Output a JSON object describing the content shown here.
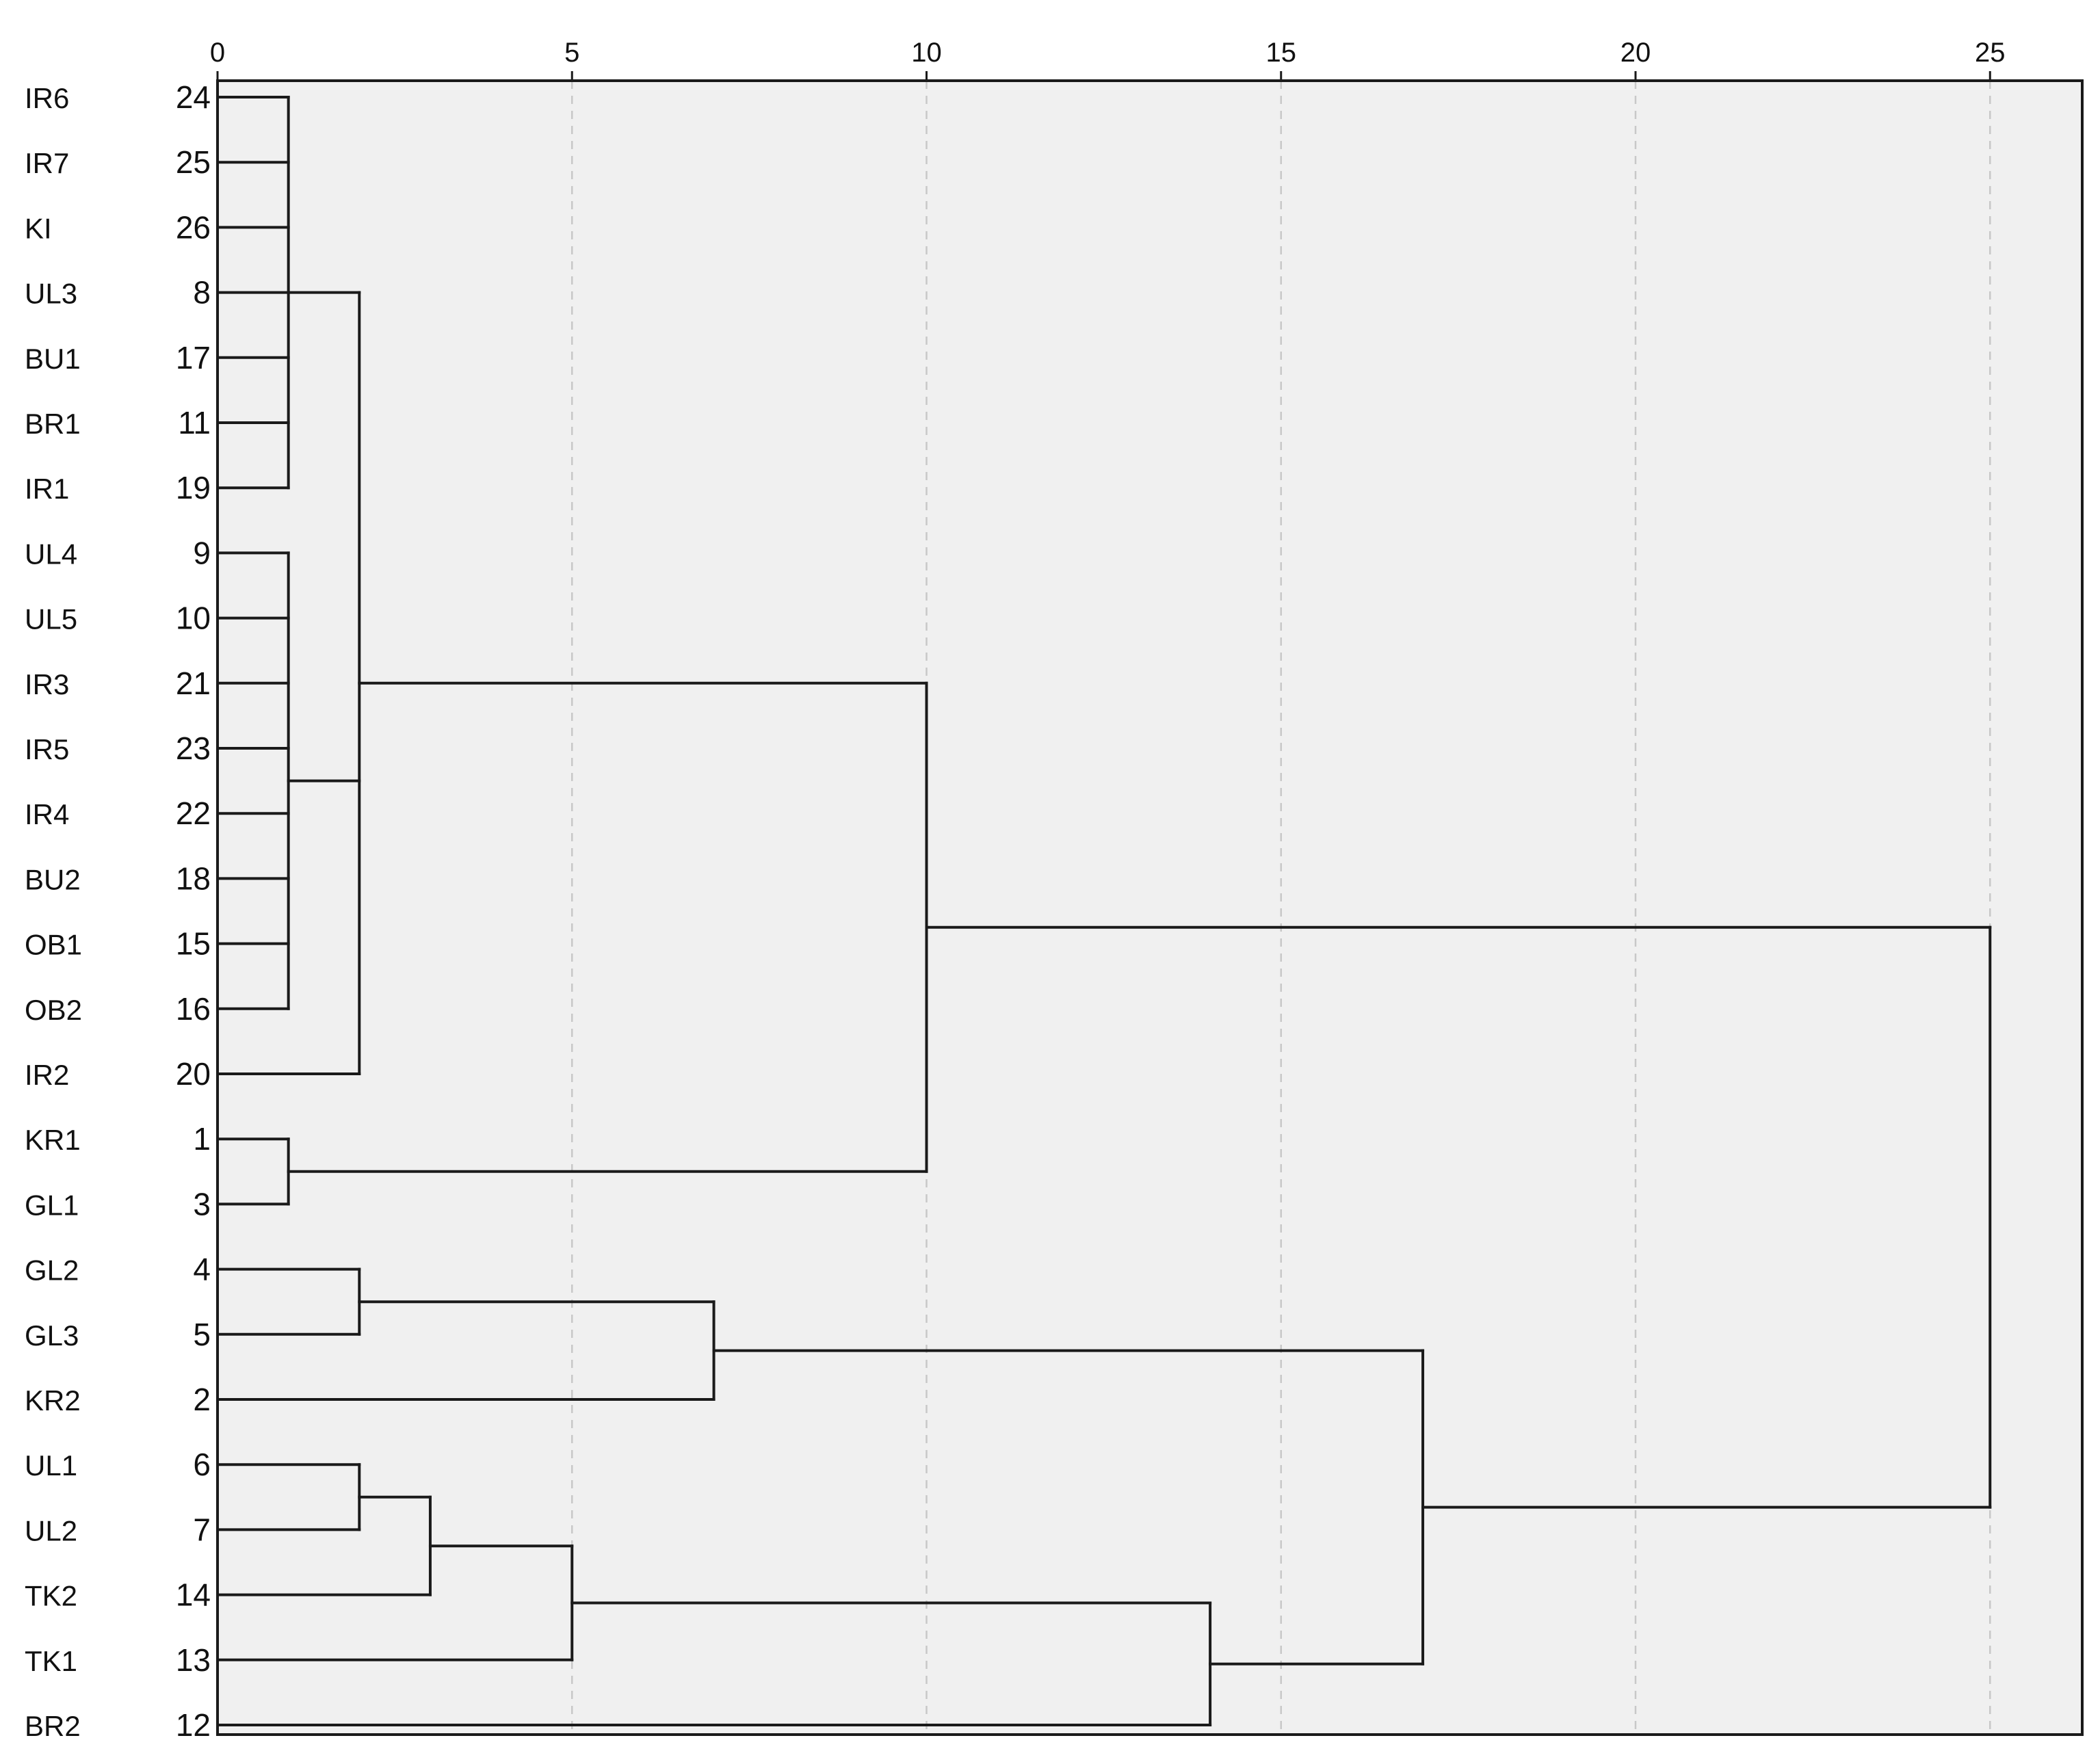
{
  "chart_data": {
    "type": "dendrogram",
    "orientation": "horizontal",
    "xlim": [
      0,
      26.3
    ],
    "x_ticks": [
      0,
      5,
      10,
      15,
      20,
      25
    ],
    "grid": "vertical-dashed",
    "colors": {
      "panel": "#f0f0f0",
      "link": "#1a1a1a",
      "grid": "#c8c8c8",
      "frame": "#1a1a1a"
    },
    "leaves": [
      {
        "label": "IR6",
        "id": "24"
      },
      {
        "label": "IR7",
        "id": "25"
      },
      {
        "label": "KI",
        "id": "26"
      },
      {
        "label": "UL3",
        "id": "8"
      },
      {
        "label": "BU1",
        "id": "17"
      },
      {
        "label": "BR1",
        "id": "11"
      },
      {
        "label": "IR1",
        "id": "19"
      },
      {
        "label": "UL4",
        "id": "9"
      },
      {
        "label": "UL5",
        "id": "10"
      },
      {
        "label": "IR3",
        "id": "21"
      },
      {
        "label": "IR5",
        "id": "23"
      },
      {
        "label": "IR4",
        "id": "22"
      },
      {
        "label": "BU2",
        "id": "18"
      },
      {
        "label": "OB1",
        "id": "15"
      },
      {
        "label": "OB2",
        "id": "16"
      },
      {
        "label": "IR2",
        "id": "20"
      },
      {
        "label": "KR1",
        "id": "1"
      },
      {
        "label": "GL1",
        "id": "3"
      },
      {
        "label": "GL2",
        "id": "4"
      },
      {
        "label": "GL3",
        "id": "5"
      },
      {
        "label": "KR2",
        "id": "2"
      },
      {
        "label": "UL1",
        "id": "6"
      },
      {
        "label": "UL2",
        "id": "7"
      },
      {
        "label": "TK2",
        "id": "14"
      },
      {
        "label": "TK1",
        "id": "13"
      },
      {
        "label": "BR2",
        "id": "12"
      }
    ],
    "merges": [
      {
        "members": [
          0,
          1,
          2,
          3,
          4,
          5,
          6
        ],
        "height": 1
      },
      {
        "members": [
          7,
          8,
          9,
          10,
          11,
          12,
          13,
          14
        ],
        "height": 1
      },
      {
        "members": [
          "M0",
          "M1",
          15
        ],
        "height": 2
      },
      {
        "members": [
          16,
          17
        ],
        "height": 1
      },
      {
        "members": [
          "M2",
          "M3"
        ],
        "height": 10
      },
      {
        "members": [
          18,
          19
        ],
        "height": 2
      },
      {
        "members": [
          "M5",
          20
        ],
        "height": 7
      },
      {
        "members": [
          21,
          22
        ],
        "height": 2
      },
      {
        "members": [
          "M7",
          23
        ],
        "height": 3
      },
      {
        "members": [
          "M8",
          24
        ],
        "height": 5
      },
      {
        "members": [
          "M9",
          25
        ],
        "height": 14
      },
      {
        "members": [
          "M6",
          "M10"
        ],
        "height": 17
      },
      {
        "members": [
          "M4",
          "M11"
        ],
        "height": 25
      }
    ]
  }
}
